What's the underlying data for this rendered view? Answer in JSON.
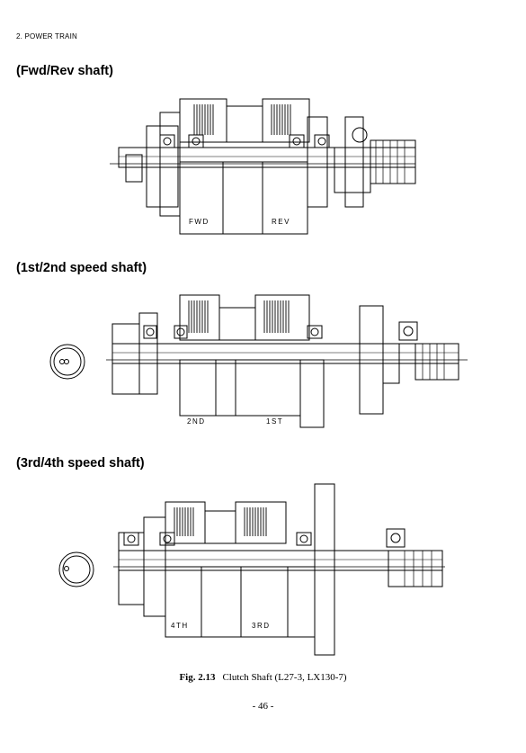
{
  "header": "2.  POWER TRAIN",
  "sections": [
    {
      "title": "(Fwd/Rev shaft)",
      "labels": [
        "FWD",
        "REV"
      ]
    },
    {
      "title": "(1st/2nd speed shaft)",
      "labels": [
        "2ND",
        "1ST"
      ]
    },
    {
      "title": "(3rd/4th speed shaft)",
      "labels": [
        "4TH",
        "3RD"
      ]
    }
  ],
  "caption": {
    "fig": "Fig. 2.13",
    "text": "Clutch Shaft (L27-3, LX130-7)"
  },
  "page_number": "- 46 -"
}
